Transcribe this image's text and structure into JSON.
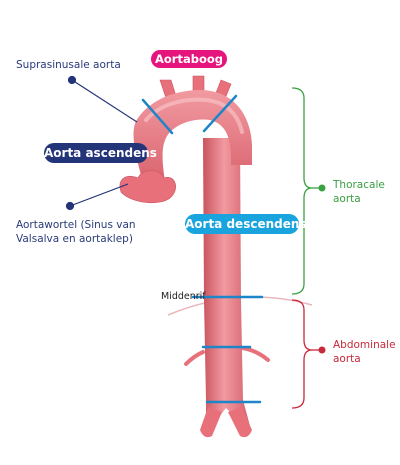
{
  "labels": {
    "aortaboog": "Aortaboog",
    "suprasinusale": "Suprasinusale aorta",
    "ascendens": "Aorta ascendens",
    "aortawortel": "Aortawortel (Sinus van\nValsalva en aortaklep)",
    "descendens": "Aorta descendens",
    "middenrif": "Middenrif",
    "thoracale": "Thoracale\naorta",
    "abdominale": "Abdominale\naorta"
  },
  "colors": {
    "vessel": "#e8707a",
    "vessel_light": "#f4a2a8",
    "vessel_dark": "#c9545f",
    "marker": "#1d86c8",
    "navy": "#243478",
    "pink": "#e5157d",
    "cyan": "#19a4dd",
    "green": "#3aa142",
    "red": "#c8293a",
    "diaphragm": "#eab7bb"
  }
}
